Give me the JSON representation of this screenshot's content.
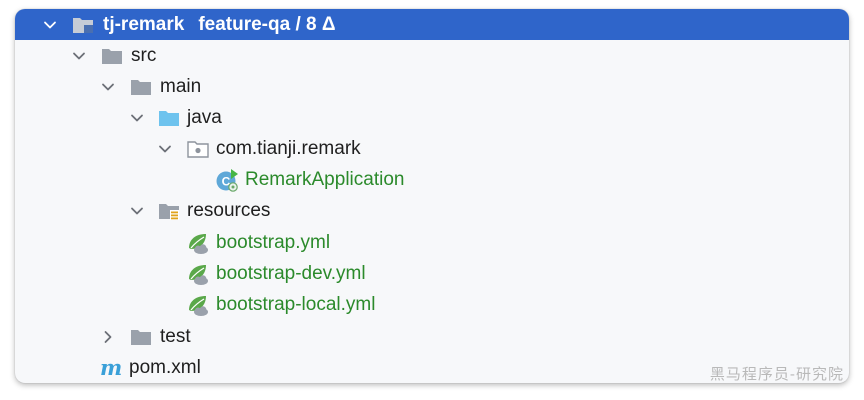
{
  "tree": {
    "root": {
      "name": "tj-remark",
      "branch": "feature-qa / 8 Δ"
    },
    "src": "src",
    "main": "main",
    "java": "java",
    "package": "com.tianji.remark",
    "app_class": "RemarkApplication",
    "resources": "resources",
    "files": [
      "bootstrap.yml",
      "bootstrap-dev.yml",
      "bootstrap-local.yml"
    ],
    "test": "test",
    "pom": "pom.xml"
  },
  "icons": {
    "chevron_expanded": "chevron-down-icon",
    "chevron_collapsed": "chevron-right-icon",
    "module": "module-folder-icon",
    "folder": "folder-icon",
    "source_folder": "source-folder-icon",
    "package": "package-icon",
    "spring_boot_class": "spring-boot-class-icon",
    "resources_folder": "resources-folder-icon",
    "spring_yml": "spring-yml-icon",
    "maven": "maven-icon"
  },
  "colors": {
    "selection": "#2f65ca",
    "panel_bg": "#f7f8fa",
    "green_text": "#2b8a2b",
    "folder_gray": "#9aa1ab",
    "source_blue": "#6ec3ee",
    "maven_blue": "#3aa0d8"
  },
  "watermark": "黑马程序员-研究院"
}
